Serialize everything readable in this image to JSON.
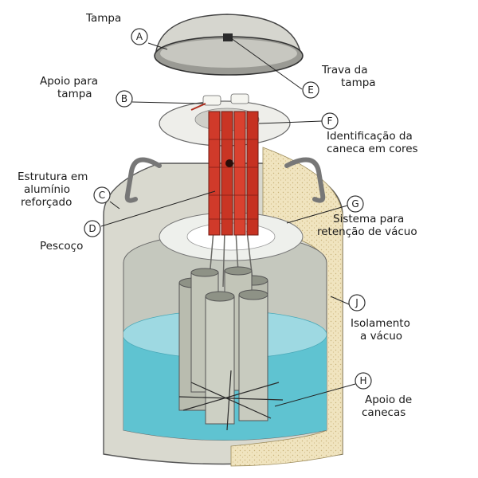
{
  "labels": {
    "A": {
      "letter": "A",
      "lines": [
        "Tampa"
      ]
    },
    "B": {
      "letter": "B",
      "lines": [
        "Apoio para",
        "tampa"
      ]
    },
    "C": {
      "letter": "C",
      "lines": [
        "Estrutura em",
        "alumínio",
        "reforçado"
      ]
    },
    "D": {
      "letter": "D",
      "lines": [
        "Pescoço"
      ]
    },
    "E": {
      "letter": "E",
      "lines": [
        "Trava da",
        "tampa"
      ]
    },
    "F": {
      "letter": "F",
      "lines": [
        "Identificação da",
        "caneca em cores"
      ]
    },
    "G": {
      "letter": "G",
      "lines": [
        "Sistema para",
        "retenção de vácuo"
      ]
    },
    "J": {
      "letter": "J",
      "lines": [
        "Isolamento",
        "a vácuo"
      ]
    },
    "H": {
      "letter": "H",
      "lines": [
        "Apoio de",
        "canecas"
      ]
    }
  },
  "colors": {
    "outer_shell": "#d9d9cf",
    "insulation": "#ede0b8",
    "liquid": "#5fc3d1",
    "canister_red": "#d03a2a",
    "canisters": "#b9bcaf"
  }
}
